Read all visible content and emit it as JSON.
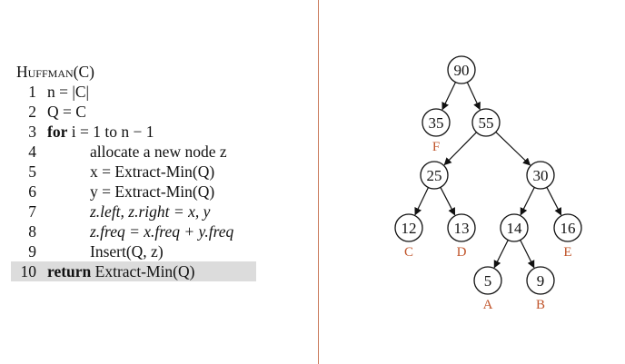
{
  "pseudocode": {
    "title": {
      "name": "Huffman",
      "args": "(C)"
    },
    "lines": [
      {
        "num": "1",
        "kw": "",
        "text": "n = |C|",
        "indent": false,
        "italic": false,
        "highlight": false
      },
      {
        "num": "2",
        "kw": "",
        "text": "Q = C",
        "indent": false,
        "italic": false,
        "highlight": false
      },
      {
        "num": "3",
        "kw": "for",
        "text": "i = 1 to n − 1",
        "indent": false,
        "italic": false,
        "highlight": false
      },
      {
        "num": "4",
        "kw": "",
        "text": "allocate a new node z",
        "indent": true,
        "italic": false,
        "highlight": false
      },
      {
        "num": "5",
        "kw": "",
        "text": "x = Extract-Min(Q)",
        "indent": true,
        "italic": false,
        "highlight": false
      },
      {
        "num": "6",
        "kw": "",
        "text": "y = Extract-Min(Q)",
        "indent": true,
        "italic": false,
        "highlight": false
      },
      {
        "num": "7",
        "kw": "",
        "text": "z.left, z.right = x, y",
        "indent": true,
        "italic": true,
        "highlight": false
      },
      {
        "num": "8",
        "kw": "",
        "text": "z.freq = x.freq + y.freq",
        "indent": true,
        "italic": true,
        "highlight": false
      },
      {
        "num": "9",
        "kw": "",
        "text": "Insert(Q, z)",
        "indent": true,
        "italic": false,
        "highlight": false
      },
      {
        "num": "10",
        "kw": "return",
        "text": "Extract-Min(Q)",
        "indent": false,
        "italic": false,
        "highlight": true
      }
    ]
  },
  "tree": {
    "label_color": "#c0542a",
    "nodes": [
      {
        "id": "n90",
        "value": "90",
        "label": ""
      },
      {
        "id": "n35",
        "value": "35",
        "label": "F"
      },
      {
        "id": "n55",
        "value": "55",
        "label": ""
      },
      {
        "id": "n25",
        "value": "25",
        "label": ""
      },
      {
        "id": "n30",
        "value": "30",
        "label": ""
      },
      {
        "id": "n12",
        "value": "12",
        "label": "C"
      },
      {
        "id": "n13",
        "value": "13",
        "label": "D"
      },
      {
        "id": "n14",
        "value": "14",
        "label": ""
      },
      {
        "id": "n16",
        "value": "16",
        "label": "E"
      },
      {
        "id": "n5",
        "value": "5",
        "label": "A"
      },
      {
        "id": "n9",
        "value": "9",
        "label": "B"
      }
    ],
    "edges": [
      [
        "n90",
        "n35"
      ],
      [
        "n90",
        "n55"
      ],
      [
        "n55",
        "n25"
      ],
      [
        "n55",
        "n30"
      ],
      [
        "n25",
        "n12"
      ],
      [
        "n25",
        "n13"
      ],
      [
        "n30",
        "n14"
      ],
      [
        "n30",
        "n16"
      ],
      [
        "n14",
        "n5"
      ],
      [
        "n14",
        "n9"
      ]
    ]
  }
}
